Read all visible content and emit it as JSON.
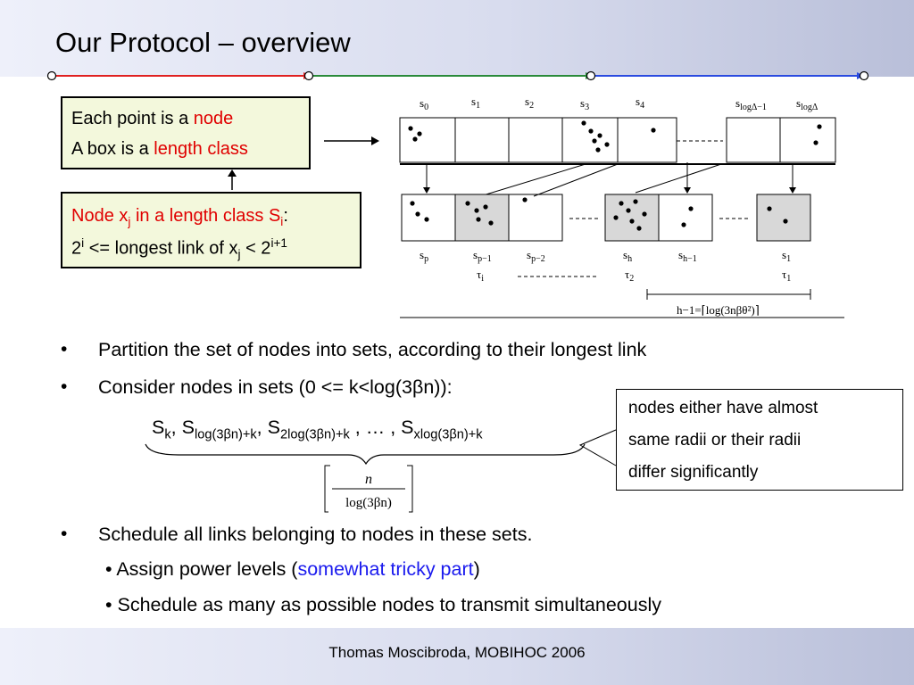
{
  "slide": {
    "title": "Our Protocol – overview",
    "footer": "Thomas Moscibroda, MOBIHOC 2006"
  },
  "box1": {
    "line1_prefix": "Each point is a ",
    "line1_highlight": "node",
    "line2_prefix": "A box is a ",
    "line2_highlight": "length class"
  },
  "box2": {
    "l1_a": "Node x",
    "l1_sub_j": "j",
    "l1_b": " in a length class S",
    "l1_sub_i": "i",
    "l1_colon": ":",
    "l2_a": "2",
    "l2_sup_i": "i",
    "l2_b": " <= longest link of x",
    "l2_sub_j": "j",
    "l2_c": " < 2",
    "l2_sup_i1": "i+1"
  },
  "figure": {
    "top_labels": [
      "s0",
      "s1",
      "s2",
      "s3",
      "s4",
      "slogΔ−1",
      "slogΔ"
    ],
    "bottom_labels": [
      "sp",
      "sp−1",
      "sp−2",
      "sh",
      "sh−1",
      "s1"
    ],
    "tau_labels": [
      "τi",
      "τ2",
      "τ1"
    ],
    "bracket_label": "h−1=⌈log(3nβθ²)⌉"
  },
  "bullets": {
    "b1": "Partition the set of nodes into sets, according to their longest link",
    "b2": "Consider nodes in sets (0 <= k<log(3βn)):",
    "sets": {
      "s": "S",
      "k": "k",
      "sep": ", ",
      "sub2": "log(3βn)+k",
      "s2": "2",
      "sub3": "log(3βn)+k",
      "ellipsis": " , … , ",
      "x": "x",
      "sub4": "log(3βn)+k"
    },
    "b3": "Schedule all links belonging to nodes in these sets.",
    "sub1_prefix": "• Assign power levels (",
    "sub1_highlight": "somewhat tricky part",
    "sub1_suffix": ")",
    "sub2": "• Schedule as many as possible nodes to transmit simultaneously"
  },
  "note": {
    "line1": "nodes either have almost",
    "line2": "same radii or their radii",
    "line3": "differ significantly"
  },
  "formula": {
    "numerator": "n",
    "denominator": "log(3βn)"
  },
  "colors": {
    "box_fill": "#f3f8dc",
    "highlight_red": "#e00000",
    "highlight_blue": "#1a1aee",
    "timeline_red": "#e02020",
    "timeline_green": "#2a8a3a",
    "timeline_blue": "#2a4ae0"
  }
}
